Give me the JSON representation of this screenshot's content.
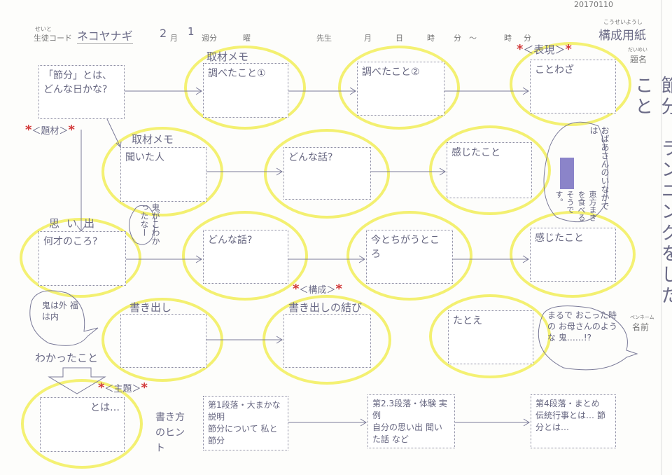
{
  "header": {
    "code_ruby": "せいと",
    "student_code_label": "生徒コード",
    "student_code_value": "ネコヤナギ",
    "month_value": "2",
    "month_label": "月",
    "week_value": "1",
    "week_label": "週分",
    "weekday_label": "曜",
    "teacher_label": "先生",
    "month2_label": "月",
    "day_label": "日",
    "hour_label": "時",
    "minute_label": "分",
    "tilde": "〜",
    "hour2_label": "時",
    "minute2_label": "分",
    "form_ruby": "こうせいようし",
    "form_title": "構成用紙",
    "top_right_number": "20170110"
  },
  "tags": {
    "topic": "＜題材＞",
    "expression": "＜表現＞",
    "structure": "＜構成＞",
    "theme": "＜主題＞"
  },
  "boxes": {
    "setsubun": "「節分」とは、どんな日かな?",
    "research1_label": "取材メモ",
    "research1": "調べたこと①",
    "research2": "調べたこと②",
    "proverb": "ことわざ",
    "interview_label": "取材メモ",
    "interview": "聞いた人",
    "story1": "どんな話?",
    "felt1": "感じたこと",
    "memory_label": "思い出",
    "memory": "何才のころ?",
    "story2": "どんな話?",
    "difference": "今とちがうところ",
    "felt2": "感じたこと",
    "opening": "書き出し",
    "closing": "書き出しの結び",
    "metaphor": "たとえ",
    "learned": "わかったこと",
    "theme_box": "とは…"
  },
  "hints": {
    "label": "書き方のヒント",
    "p1": "第1段落・大まかな説明",
    "p1_body": "節分について 私と節分",
    "p2": "第2.3段落・体験 実例",
    "p2_body": "自分の思い出 聞いた話 など",
    "p4": "第4段落・まとめ",
    "p4_body": "伝統行事とは… 節分とは…"
  },
  "bubbles": {
    "oni_scared": "鬼がこわかったなー",
    "oni_wa_soto": "鬼は外 福は内",
    "ehomaki_main": "おばあさんのいなかでは",
    "ehomaki_sub": "恵方まきを食べるそうです。",
    "angry_mother": "まるで おこった時の お母さんのような 鬼……!?"
  },
  "right": {
    "title_ruby": "だいめい",
    "title_label": "題名",
    "title_value": "節分、ランニングをしたこと",
    "name_ruby": "ペンネーム",
    "name_label": "名前"
  }
}
